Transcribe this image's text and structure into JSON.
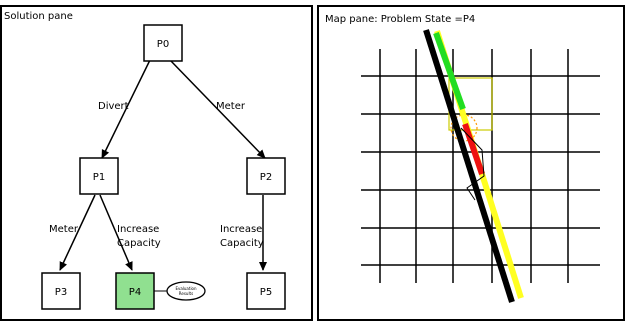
{
  "solution_pane": {
    "title": "Solution pane",
    "nodes": [
      {
        "id": "P0",
        "label": "P0"
      },
      {
        "id": "P1",
        "label": "P1"
      },
      {
        "id": "P2",
        "label": "P2"
      },
      {
        "id": "P3",
        "label": "P3"
      },
      {
        "id": "P4",
        "label": "P4",
        "highlighted": true
      },
      {
        "id": "P5",
        "label": "P5"
      }
    ],
    "edges": [
      {
        "from": "P0",
        "to": "P1",
        "label": "Divert"
      },
      {
        "from": "P0",
        "to": "P2",
        "label": "Meter"
      },
      {
        "from": "P1",
        "to": "P3",
        "label": "Meter"
      },
      {
        "from": "P1",
        "to": "P4",
        "label_lines": [
          "Increase",
          "Capacity"
        ]
      },
      {
        "from": "P2",
        "to": "P5",
        "label_lines": [
          "Increase",
          "Capacity"
        ]
      }
    ],
    "callout": {
      "attached_to": "P4",
      "label_lines": [
        "Evaluation",
        "Results"
      ]
    }
  },
  "map_pane": {
    "title": "Map pane: Problem State =P4"
  },
  "colors": {
    "highlight_node": "#90e090",
    "route_main": "#000000",
    "route_green": "#22dd22",
    "route_red": "#ee1111",
    "route_yellow": "#ffff22",
    "region_outline": "#cccc00",
    "region_dashed": "#ff9900",
    "grid": "#000000",
    "pane_border": "#000000"
  }
}
